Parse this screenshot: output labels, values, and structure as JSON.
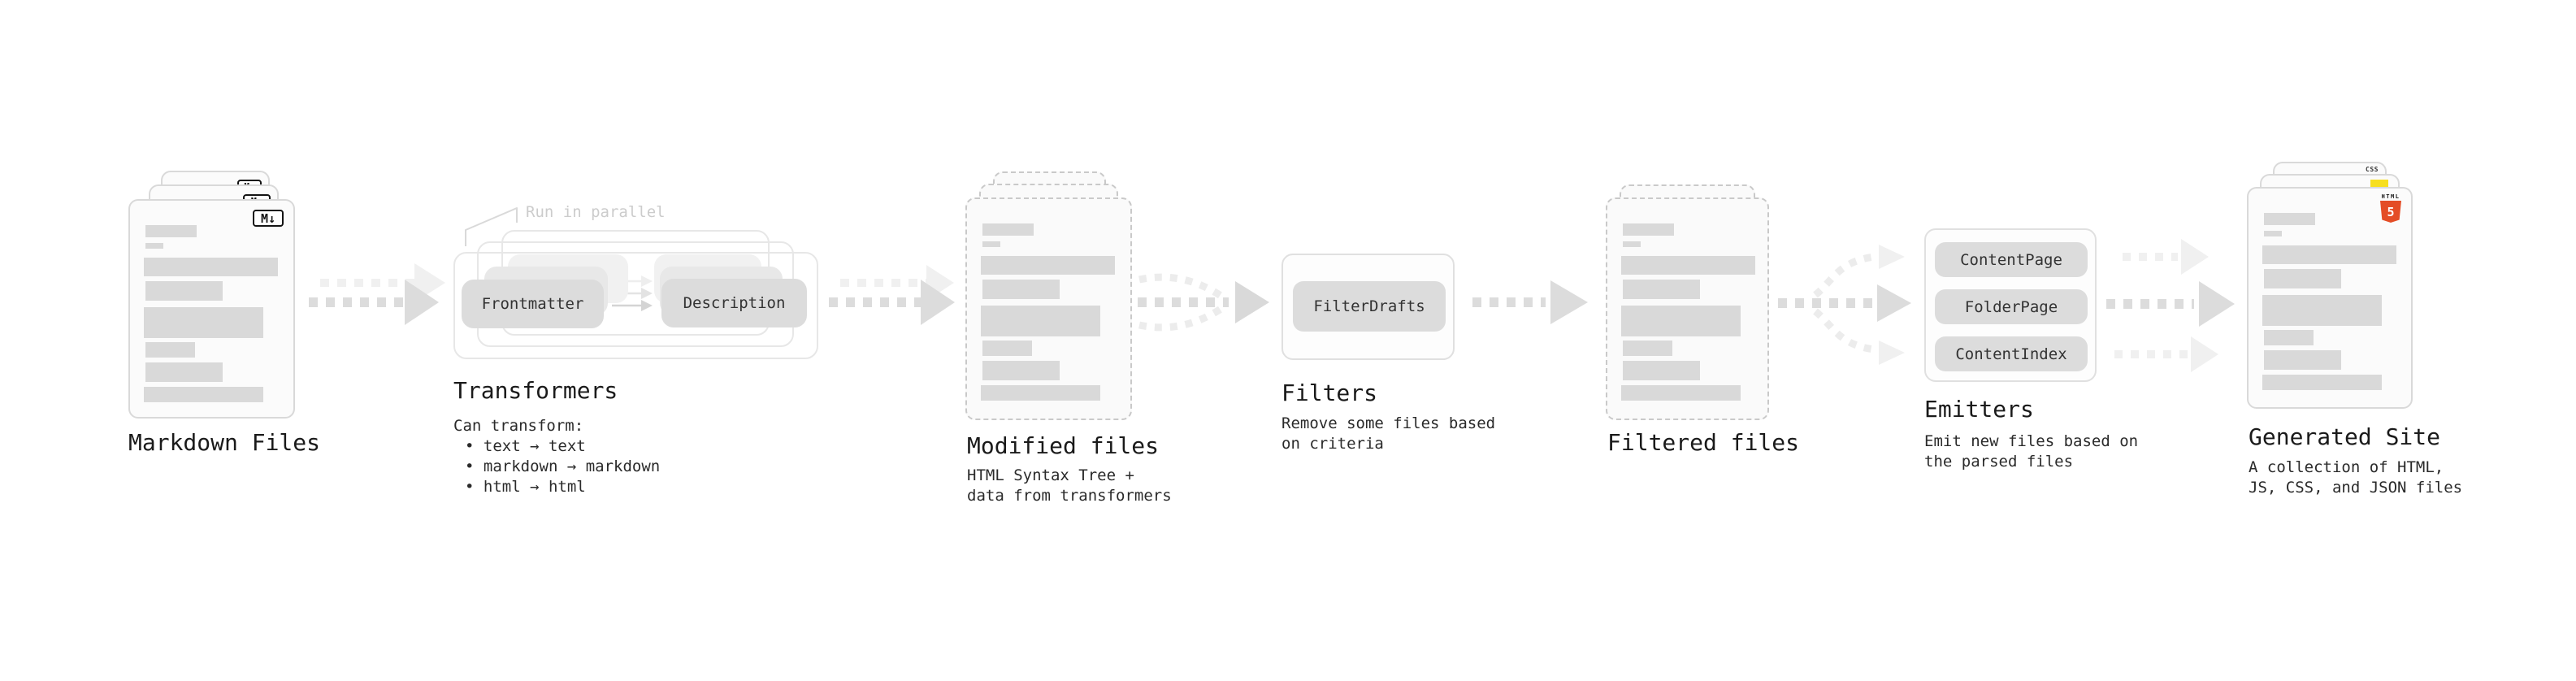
{
  "stages": {
    "markdown": {
      "label": "Markdown Files",
      "badge": "M↓"
    },
    "transformers": {
      "label": "Transformers",
      "note": "Run in parallel",
      "pill_frontmatter": "Frontmatter",
      "pill_description": "Description",
      "desc_title": "Can transform:",
      "bullet_1": "• text → text",
      "bullet_2": "• markdown → markdown",
      "bullet_3": "• html → html"
    },
    "modified": {
      "label": "Modified files",
      "desc_1": "HTML Syntax Tree +",
      "desc_2": "data from transformers"
    },
    "filters": {
      "label": "Filters",
      "pill": "FilterDrafts",
      "desc_1": "Remove some files based",
      "desc_2": "on criteria"
    },
    "filtered": {
      "label": "Filtered files"
    },
    "emitters": {
      "label": "Emitters",
      "pill_1": "ContentPage",
      "pill_2": "FolderPage",
      "pill_3": "ContentIndex",
      "desc_1": "Emit new files based on",
      "desc_2": "the parsed files"
    },
    "generated": {
      "label": "Generated Site",
      "desc_1": "A collection of HTML,",
      "desc_2": "JS, CSS, and JSON files",
      "badge_css": "CSS",
      "badge_html_word": "HTML",
      "badge_html_number": "5"
    }
  },
  "colors": {
    "html5_orange": "#e44d26",
    "js_yellow": "#f7df1e",
    "css_blue": "#2765e8",
    "arrow_dark": "#dcdcdc",
    "arrow_faint": "#f0f0f0"
  }
}
